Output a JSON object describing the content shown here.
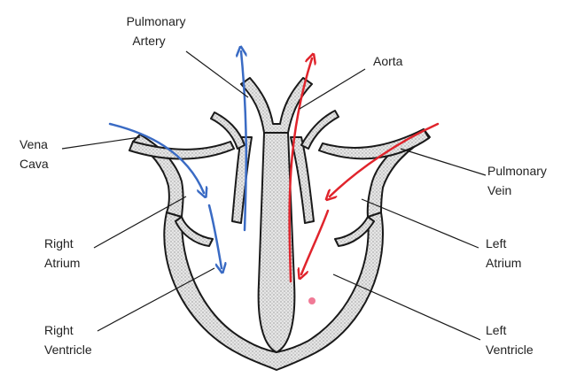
{
  "labels": {
    "pulmonary_artery": [
      "Pulmonary",
      "Artery"
    ],
    "aorta": [
      "Aorta"
    ],
    "vena_cava": [
      "Vena",
      "Cava"
    ],
    "pulmonary_vein": [
      "Pulmonary",
      "Vein"
    ],
    "right_atrium": [
      "Right",
      "Atrium"
    ],
    "left_atrium": [
      "Left",
      "Atrium"
    ],
    "right_ventricle": [
      "Right",
      "Ventricle"
    ],
    "left_ventricle": [
      "Left",
      "Ventricle"
    ]
  },
  "colors": {
    "deoxygenated_flow": "#3a6bc4",
    "oxygenated_flow": "#e0242c",
    "outline": "#1a1a1a",
    "dot": "#f07a96"
  }
}
